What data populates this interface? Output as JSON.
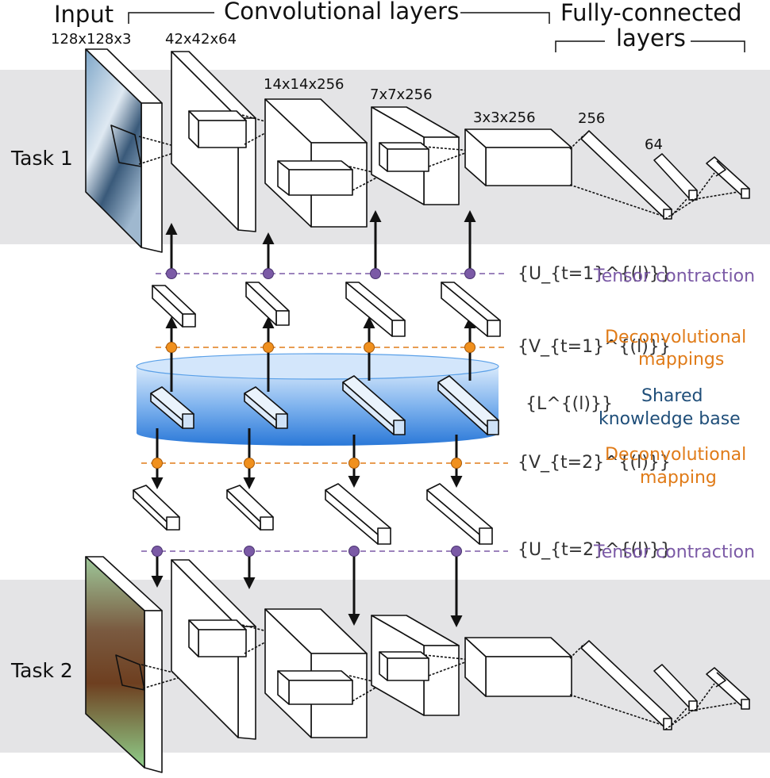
{
  "headers": {
    "input": "Input",
    "conv": "Convolutional layers",
    "fc_line1": "Fully-connected",
    "fc_line2": "layers"
  },
  "dims": {
    "input": "128x128x3",
    "conv1": "42x42x64",
    "conv2": "14x14x256",
    "conv3": "7x7x256",
    "conv4": "3x3x256",
    "fc1": "256",
    "fc2": "64"
  },
  "tasks": {
    "task1": "Task 1",
    "task2": "Task 2"
  },
  "labels": {
    "tensor_contraction_1": {
      "math": "{U_{t=1}^{(l)}}",
      "text": "Tensor contraction"
    },
    "deconv_1": {
      "math": "{V_{t=1}^{(l)}}",
      "text_line1": "Deconvolutional",
      "text_line2": "mappings"
    },
    "shared": {
      "math": "{L^{(l)}}",
      "text_line1": "Shared",
      "text_line2": "knowledge base"
    },
    "deconv_2": {
      "math": "{V_{t=2}^{(l)}}",
      "text_line1": "Deconvolutional",
      "text_line2": "mapping"
    },
    "tensor_contraction_2": {
      "math": "{U_{t=2}^{(l)}}",
      "text": "Tensor contraction"
    }
  },
  "colors": {
    "task_band": "#e4e4e6",
    "tensor": "#7b5aa6",
    "deconv": "#e07b18",
    "shared_text": "#1f4e79",
    "shared_fill": "#4a90e2",
    "output_mark": "#e02020"
  }
}
